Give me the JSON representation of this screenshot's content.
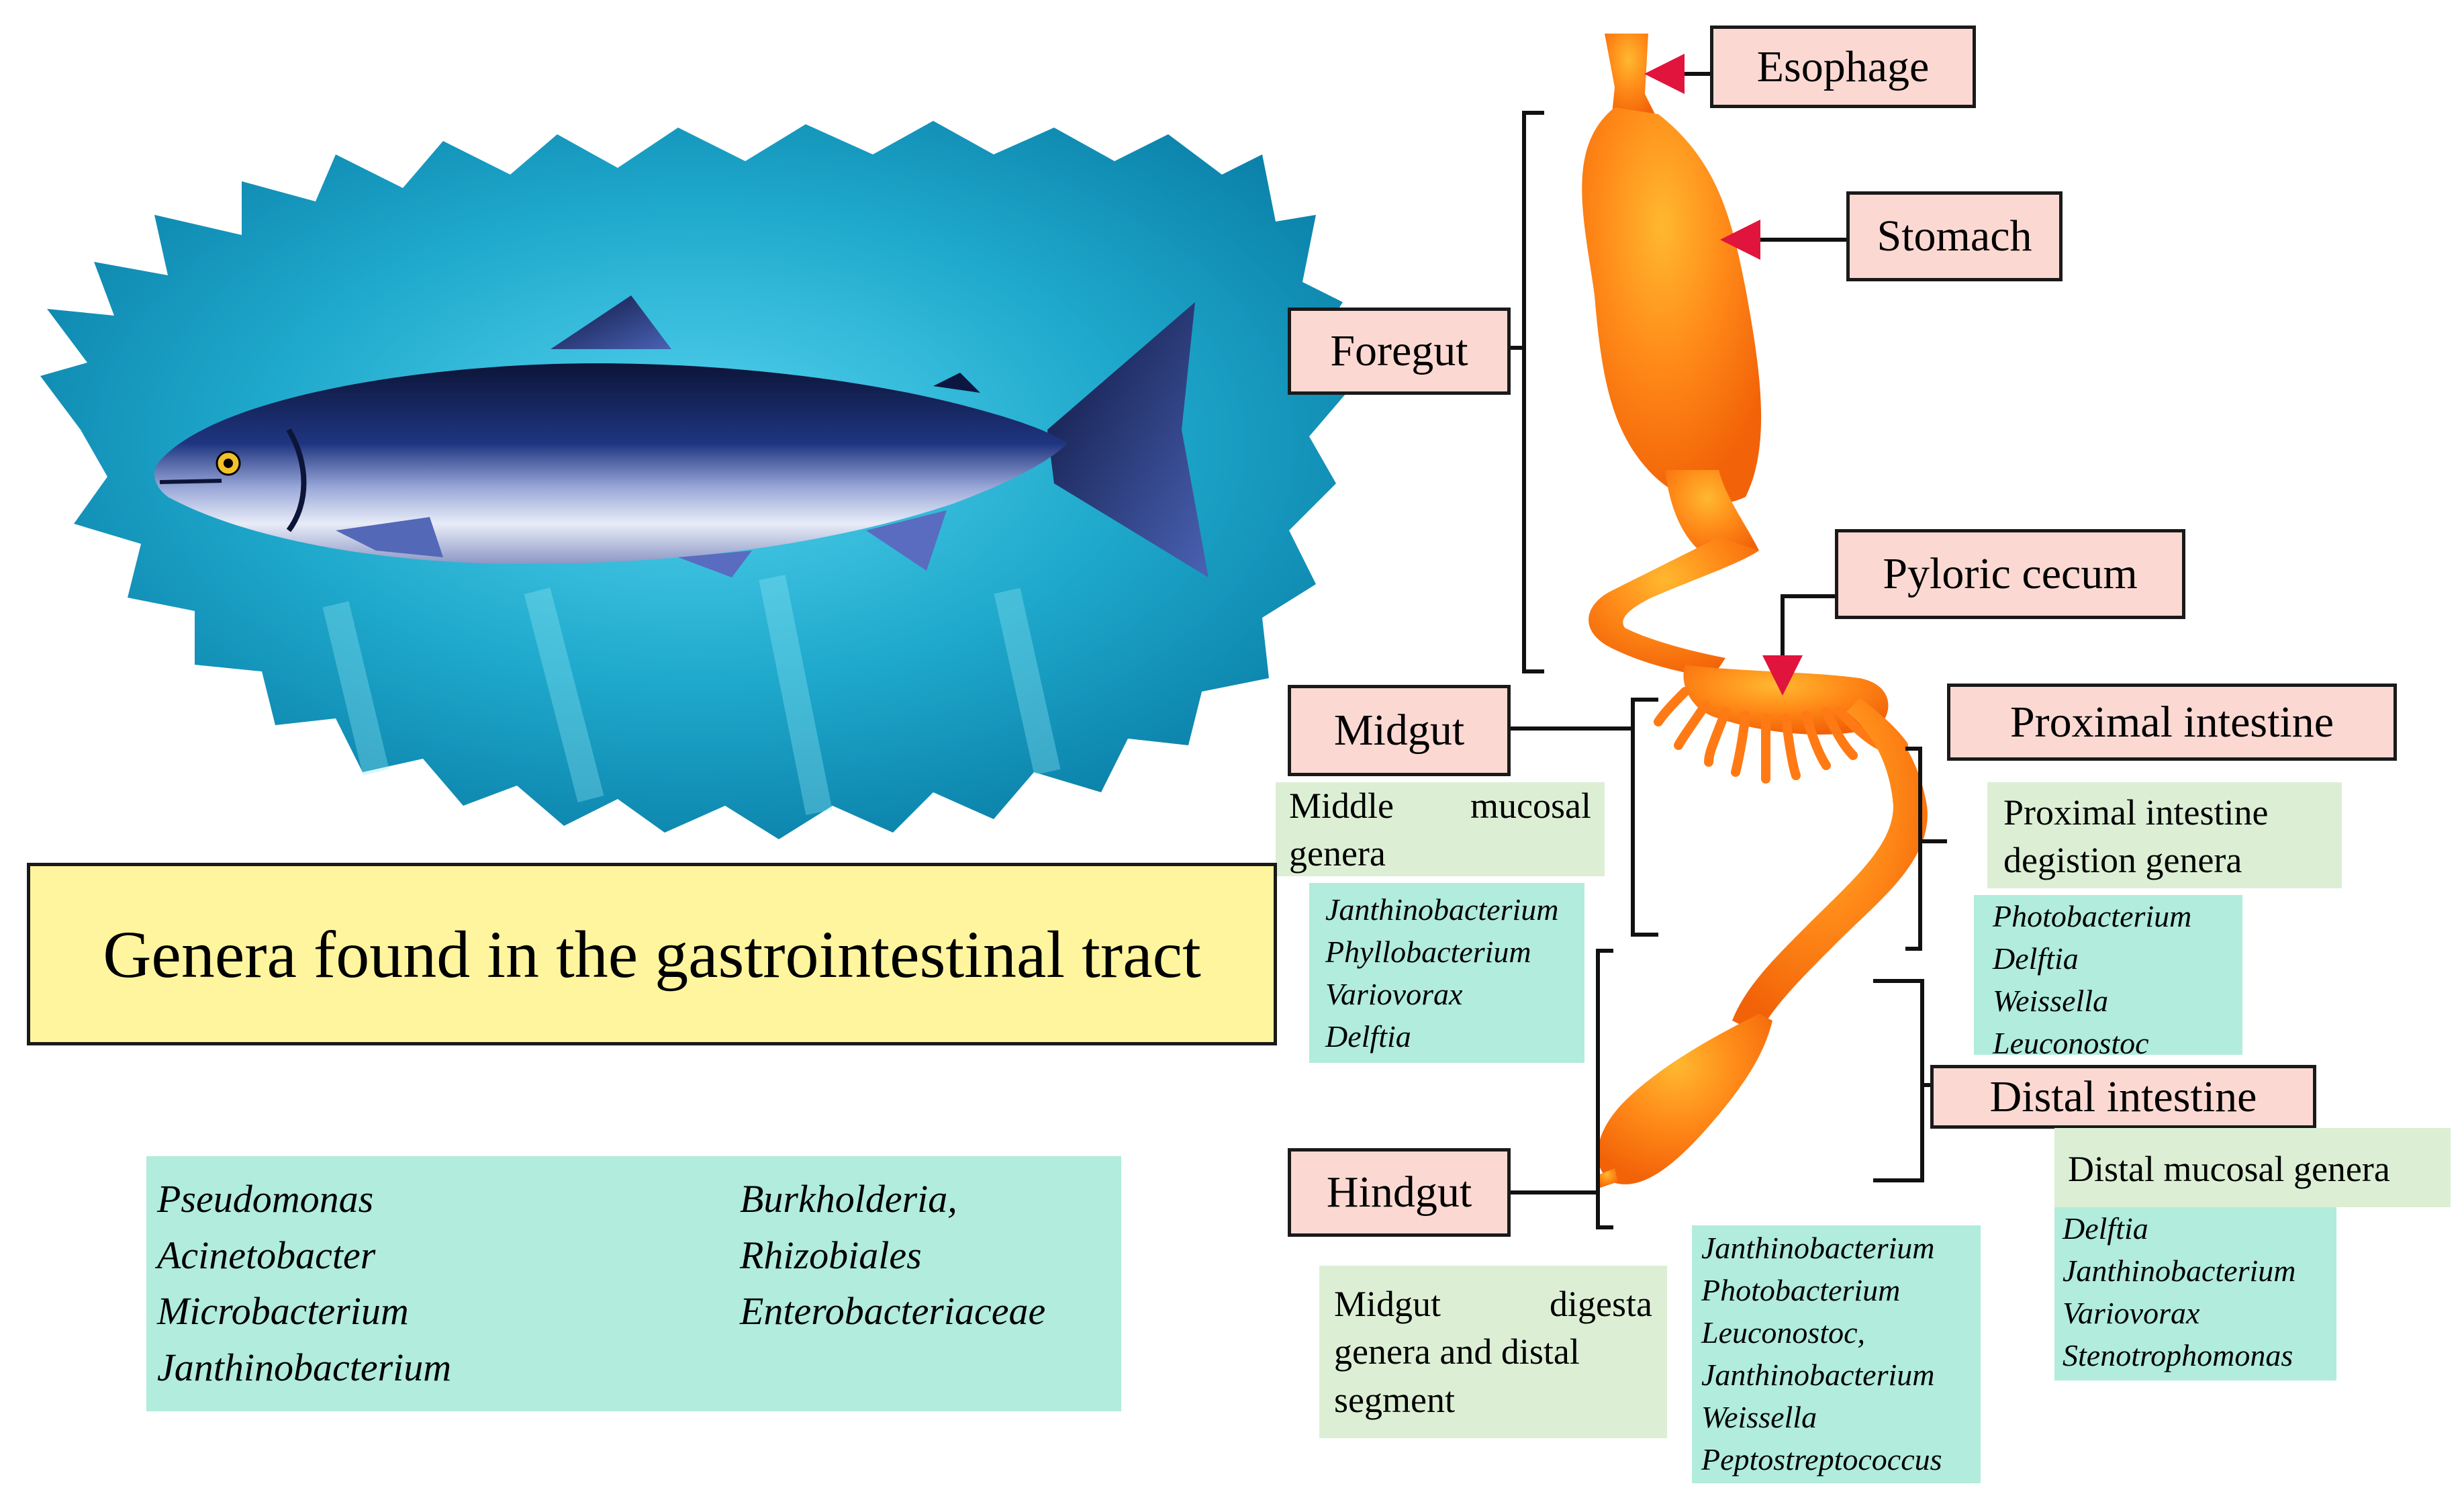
{
  "title": "Genera found in the gastrointestinal tract",
  "organs": {
    "esophage": "Esophage",
    "stomach": "Stomach",
    "pyloric_cecum": "Pyloric cecum",
    "proximal_intestine": "Proximal intestine",
    "distal_intestine": "Distal intestine"
  },
  "regions": {
    "foregut": "Foregut",
    "midgut": "Midgut",
    "hindgut": "Hindgut"
  },
  "groups": {
    "middle_mucosal": "Middle mucosal genera",
    "middle_mucosal_lines": [
      "Middle mucosal",
      "genera"
    ],
    "proximal_digestion_lines": [
      "Proximal intestine",
      "degistion genera"
    ],
    "distal_mucosal": "Distal mucosal genera",
    "midgut_digesta_lines": [
      "Midgut digesta",
      "genera and distal",
      "segment"
    ]
  },
  "genera": {
    "middle_mucosal": [
      "Janthinobacterium",
      "Phyllobacterium",
      "Variovorax",
      "Delftia"
    ],
    "proximal_digestion": [
      "Photobacterium",
      "Delftia",
      "Weissella",
      "Leuconostoc"
    ],
    "distal_mucosal": [
      "Delftia",
      "Janthinobacterium",
      "Variovorax",
      "Stenotrophomonas"
    ],
    "midgut_digesta": [
      "Janthinobacterium",
      "Photobacterium",
      "Leuconostoc,",
      "Janthinobacterium",
      "Weissella",
      "Peptostreptococcus"
    ],
    "whole_tract_col1": [
      "Pseudomonas",
      "Acinetobacter",
      "Microbacterium",
      "Janthinobacterium"
    ],
    "whole_tract_col2": [
      "Burkholderia,",
      "Rhizobiales",
      "Enterobacteriaceae"
    ]
  },
  "colors": {
    "organ_label_fill": "#fbd9d2",
    "group_label_fill": "#dcefd5",
    "genera_fill": "#b1ecdc",
    "title_fill": "#fff59e",
    "water": "#1fa9cc",
    "gut": "#ff7a14",
    "arrow_head": "#e0143c"
  },
  "icons": {
    "fish": "salmon-illustration",
    "gut": "gastrointestinal-tract-illustration"
  }
}
